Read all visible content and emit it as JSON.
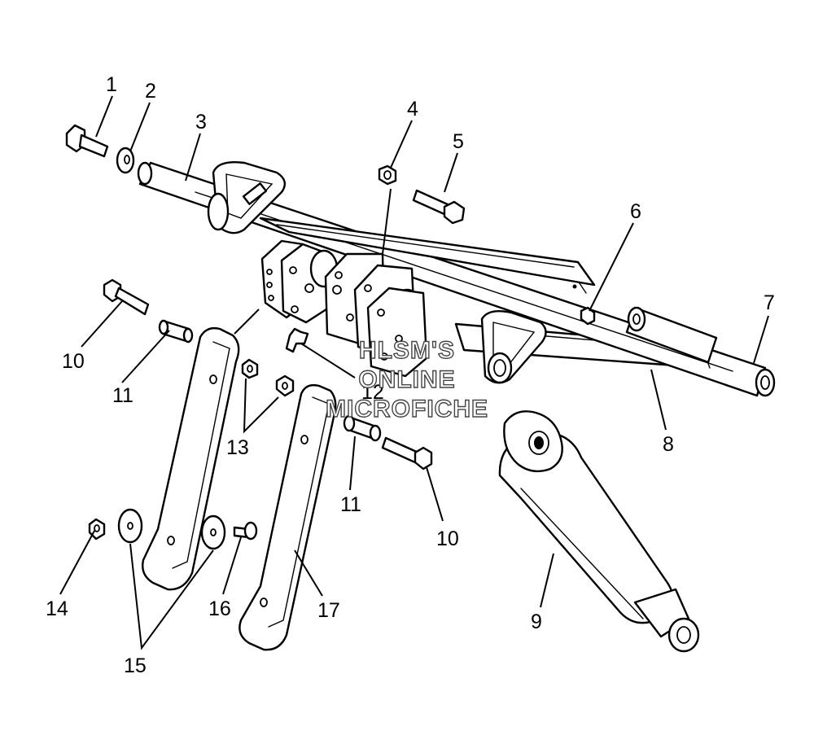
{
  "diagram": {
    "callouts": [
      {
        "id": "c1",
        "label": "1"
      },
      {
        "id": "c2",
        "label": "2"
      },
      {
        "id": "c3",
        "label": "3"
      },
      {
        "id": "c4",
        "label": "4"
      },
      {
        "id": "c5",
        "label": "5"
      },
      {
        "id": "c6",
        "label": "6"
      },
      {
        "id": "c7",
        "label": "7"
      },
      {
        "id": "c8",
        "label": "8"
      },
      {
        "id": "c9",
        "label": "9"
      },
      {
        "id": "c10a",
        "label": "10"
      },
      {
        "id": "c10b",
        "label": "10"
      },
      {
        "id": "c11a",
        "label": "11"
      },
      {
        "id": "c11b",
        "label": "11"
      },
      {
        "id": "c12",
        "label": "12"
      },
      {
        "id": "c13",
        "label": "13"
      },
      {
        "id": "c14",
        "label": "14"
      },
      {
        "id": "c15",
        "label": "15"
      },
      {
        "id": "c16",
        "label": "16"
      },
      {
        "id": "c17",
        "label": "17"
      }
    ],
    "watermark": [
      "HLSM'S",
      "ONLINE",
      "MICROFICHE"
    ]
  }
}
